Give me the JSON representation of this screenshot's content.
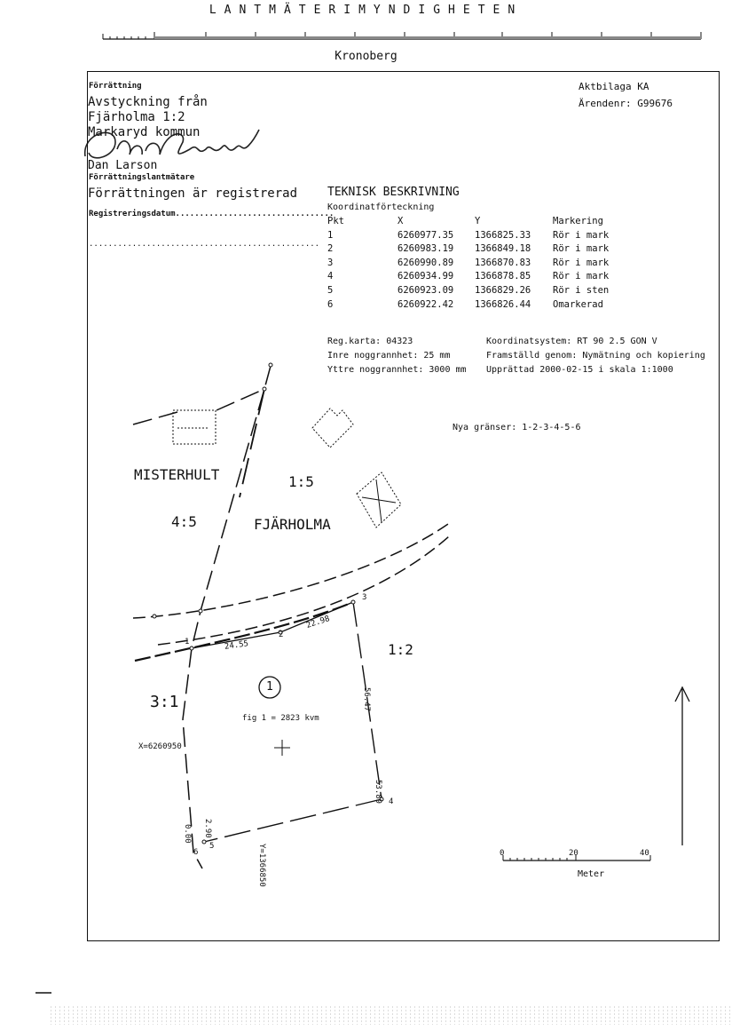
{
  "header": {
    "title": "LANTMÄTERIMYNDIGHETEN",
    "region": "Kronoberg"
  },
  "left_block": {
    "forrattning_label": "Förrättning",
    "line1": "Avstyckning från",
    "line2": "Fjärholma 1:2",
    "line3": "Markaryd kommun",
    "surveyor_name": "Dan Larson",
    "surveyor_role": "Förrättningslantmätare",
    "registered": "Förrättningen är registrerad",
    "reg_date_label": "Registreringsdatum.................................",
    "dots_line": "................................................"
  },
  "right_block": {
    "aktbilaga": "Aktbilaga KA",
    "arendenr": "Ärendenr: G99676"
  },
  "tech": {
    "title": "TEKNISK BESKRIVNING",
    "subtitle": "Koordinatförteckning",
    "columns": [
      "Pkt",
      "X",
      "Y",
      "Markering"
    ],
    "rows": [
      [
        "1",
        "6260977.35",
        "1366825.33",
        "Rör i mark"
      ],
      [
        "2",
        "6260983.19",
        "1366849.18",
        "Rör i mark"
      ],
      [
        "3",
        "6260990.89",
        "1366870.83",
        "Rör i mark"
      ],
      [
        "4",
        "6260934.99",
        "1366878.85",
        "Rör i mark"
      ],
      [
        "5",
        "6260923.09",
        "1366829.26",
        "Rör i sten"
      ],
      [
        "6",
        "6260922.42",
        "1366826.44",
        "Omarkerad"
      ]
    ],
    "regkarta": "Reg.karta: 04323",
    "inre": "Inre noggrannhet: 25 mm",
    "yttre": "Yttre noggrannhet: 3000 mm",
    "koordsystem": "Koordinatsystem: RT 90 2.5 GON V",
    "framstalld": "Framställd genom: Nymätning och kopiering",
    "upprattad": "Upprättad 2000-02-15 i skala 1:1000",
    "nya_granser": "Nya gränser: 1-2-3-4-5-6"
  },
  "map": {
    "parcel_misterhult": "MISTERHULT",
    "parcel_fjarholma": "FJÄRHOLMA",
    "lbl_15": "1:5",
    "lbl_45": "4:5",
    "lbl_12": "1:2",
    "lbl_31": "3:1",
    "fig_num": "1",
    "fig_text": "fig 1 = 2823 kvm",
    "x_coord": "X=6260950",
    "y_coord": "Y=1366850",
    "d_24": "24.55",
    "d_22": "22.98",
    "d_56": "56.47",
    "d_53": "53.89",
    "d_290": "2.90",
    "d_000": "0.00",
    "p1": "1",
    "p2": "2",
    "p3": "3",
    "p4": "4",
    "p5": "5",
    "p6": "6"
  },
  "scale": {
    "t0": "0",
    "t20": "20",
    "t40": "40",
    "unit": "Meter"
  }
}
